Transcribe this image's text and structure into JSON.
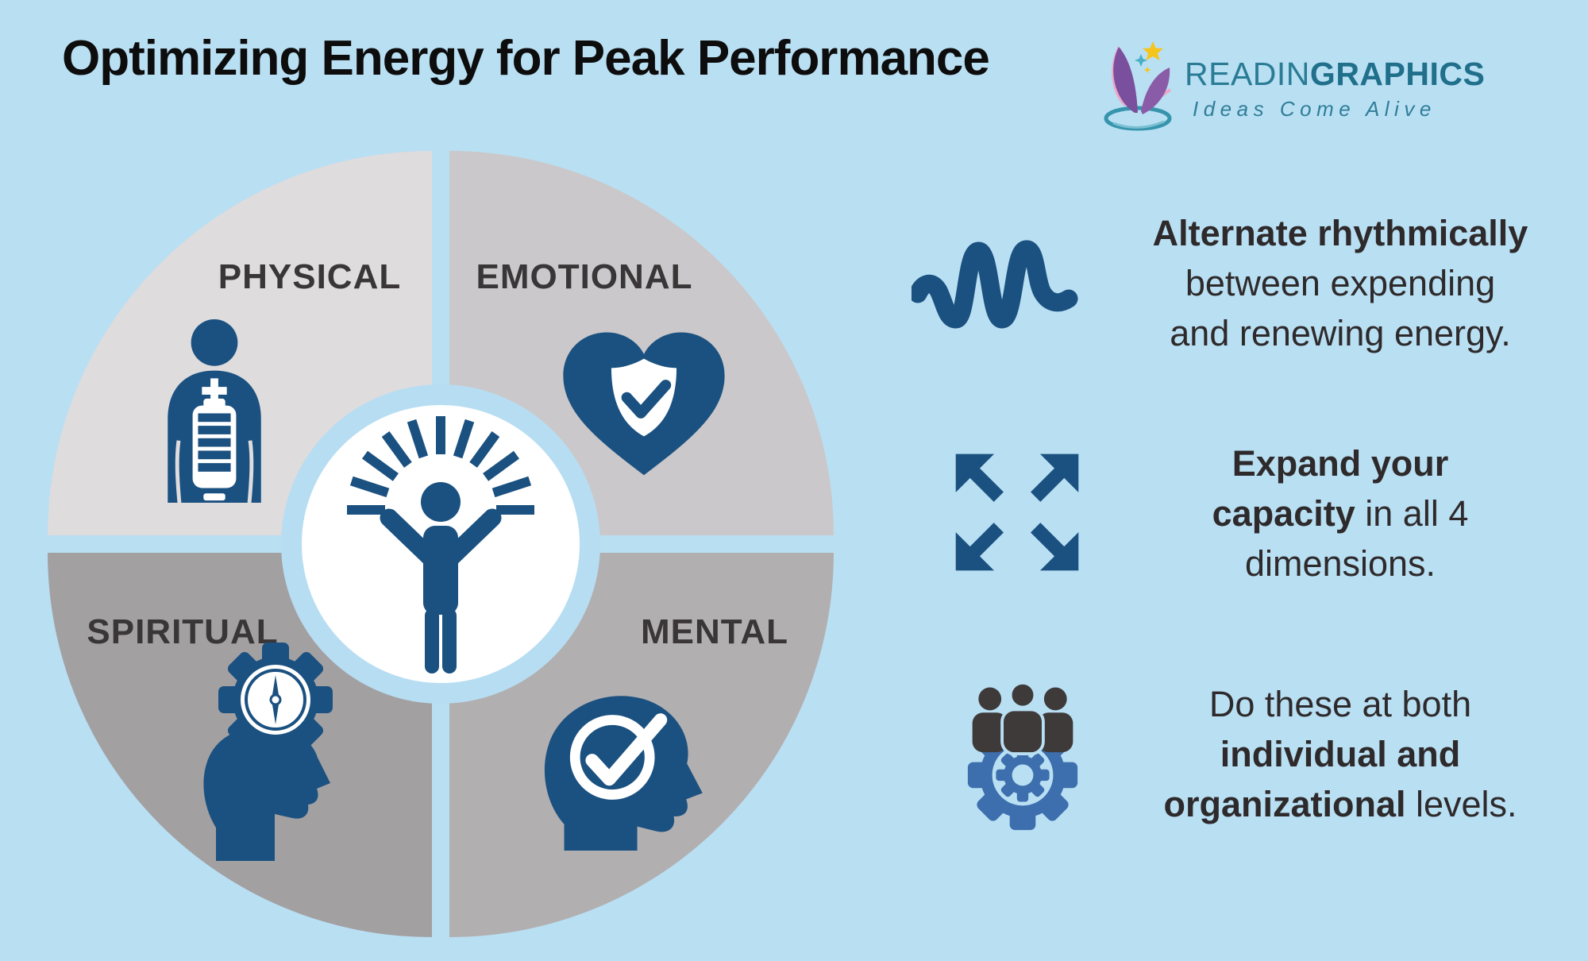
{
  "title": "Optimizing Energy for Peak Performance",
  "logo": {
    "mark": "book-butterfly-with-stars",
    "brand_light": "READIN",
    "brand_bold": "GRAPHICS",
    "tagline": "Ideas Come Alive"
  },
  "wheel": {
    "center_icon": "person-arms-raised-with-rays",
    "quadrants": [
      {
        "id": "physical",
        "label": "PHYSICAL",
        "icon": "body-battery-icon",
        "color": "#dedcdd"
      },
      {
        "id": "emotional",
        "label": "EMOTIONAL",
        "icon": "heart-shield-check-icon",
        "color": "#cac8ca"
      },
      {
        "id": "spiritual",
        "label": "SPIRITUAL",
        "icon": "head-gear-compass-icon",
        "color": "#a3a0a2"
      },
      {
        "id": "mental",
        "label": "MENTAL",
        "icon": "head-check-icon",
        "color": "#b2afb1"
      }
    ]
  },
  "points": [
    {
      "icon": "wave-icon",
      "lines": [
        [
          {
            "t": "Alternate rhythmically",
            "b": true
          }
        ],
        [
          {
            "t": "between expending",
            "b": false
          }
        ],
        [
          {
            "t": "and renewing energy.",
            "b": false
          }
        ]
      ]
    },
    {
      "icon": "expand-arrows-icon",
      "lines": [
        [
          {
            "t": "Expand your",
            "b": true
          }
        ],
        [
          {
            "t": "capacity",
            "b": true
          },
          {
            "t": " in all 4",
            "b": false
          }
        ],
        [
          {
            "t": "dimensions.",
            "b": false
          }
        ]
      ]
    },
    {
      "icon": "people-gear-icon",
      "lines": [
        [
          {
            "t": "Do these at both",
            "b": false
          }
        ],
        [
          {
            "t": "individual and",
            "b": true
          }
        ],
        [
          {
            "t": "organizational",
            "b": true
          },
          {
            "t": " levels.",
            "b": false
          }
        ]
      ]
    }
  ],
  "colors": {
    "background": "#b9dff3",
    "icon_blue": "#1b5180",
    "gear_blue": "#3d6ead",
    "people_gray": "#3e3a3a",
    "label_gray": "#3a3637",
    "body_text": "#2e2a2b",
    "title_black": "#0d0d0d",
    "brand_teal": "#2a7c95",
    "ring_blue": "#b7ddf2",
    "quadrant_grays": [
      "#dedcdd",
      "#cac8ca",
      "#a3a0a2",
      "#b2afb1"
    ]
  }
}
